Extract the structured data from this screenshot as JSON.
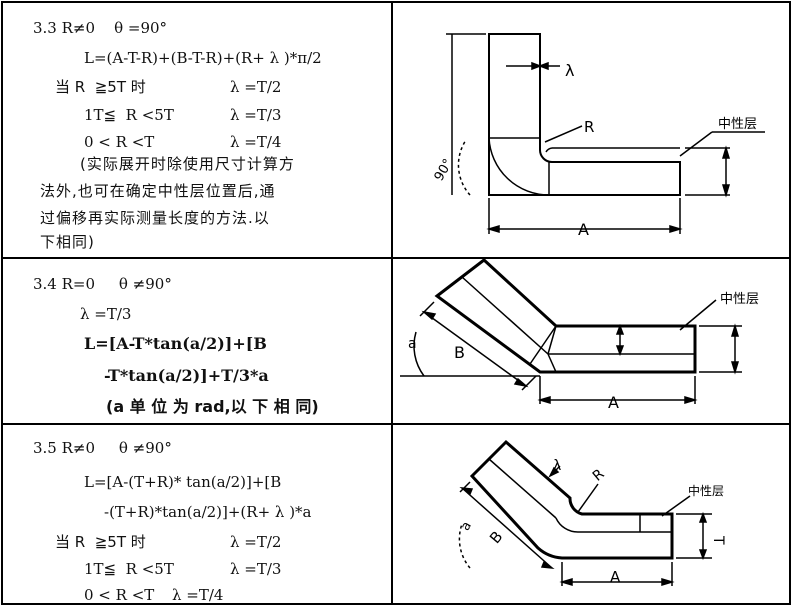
{
  "row1": {
    "heading": "3.3 R≠0    θ =90°",
    "formula": "L=(A-T-R)+(B-T-R)+(R+ λ )*π/2",
    "cond1": "当 R  ≧5T 时",
    "cond1_val": "λ =T/2",
    "cond2": "1T≦  R <5T",
    "cond2_val": "λ =T/3",
    "cond3": "0 < R <T",
    "cond3_val": "λ =T/4",
    "note_line1": "(实际展开时除使用尺寸计算方",
    "note_line2": "法外,也可在确定中性层位置后,通",
    "note_line3": "过偏移再实际测量长度的方法.以",
    "note_line4": "下相同)",
    "diagram": {
      "label_lambda": "λ",
      "label_r": "R",
      "label_neutral": "中性层",
      "label_angle": "90°",
      "label_a": "A"
    }
  },
  "row2": {
    "heading": "3.4 R=0     θ ≠90°",
    "lambda": "λ =T/3",
    "formula_line1": "L=[A-T*tan(a/2)]+[B",
    "formula_line2": "-T*tan(a/2)]+T/3*a",
    "note": "(a 单 位 为 rad,以 下 相 同)",
    "diagram": {
      "label_neutral": "中性层",
      "label_angle": "a",
      "label_b": "B",
      "label_a": "A"
    }
  },
  "row3": {
    "heading": "3.5 R≠0     θ ≠90°",
    "formula_line1": "L=[A-(T+R)* tan(a/2)]+[B",
    "formula_line2": "-(T+R)*tan(a/2)]+(R+ λ )*a",
    "cond1": "当 R  ≧5T 时",
    "cond1_val": "λ =T/2",
    "cond2": "1T≦  R <5T",
    "cond2_val": "λ =T/3",
    "cond3": "0 < R <T",
    "cond3_val": "λ =T/4",
    "diagram": {
      "label_lambda": "λ",
      "label_r": "R",
      "label_neutral": "中性层",
      "label_angle": "a",
      "label_b": "B",
      "label_a": "A",
      "label_t": "T"
    }
  }
}
